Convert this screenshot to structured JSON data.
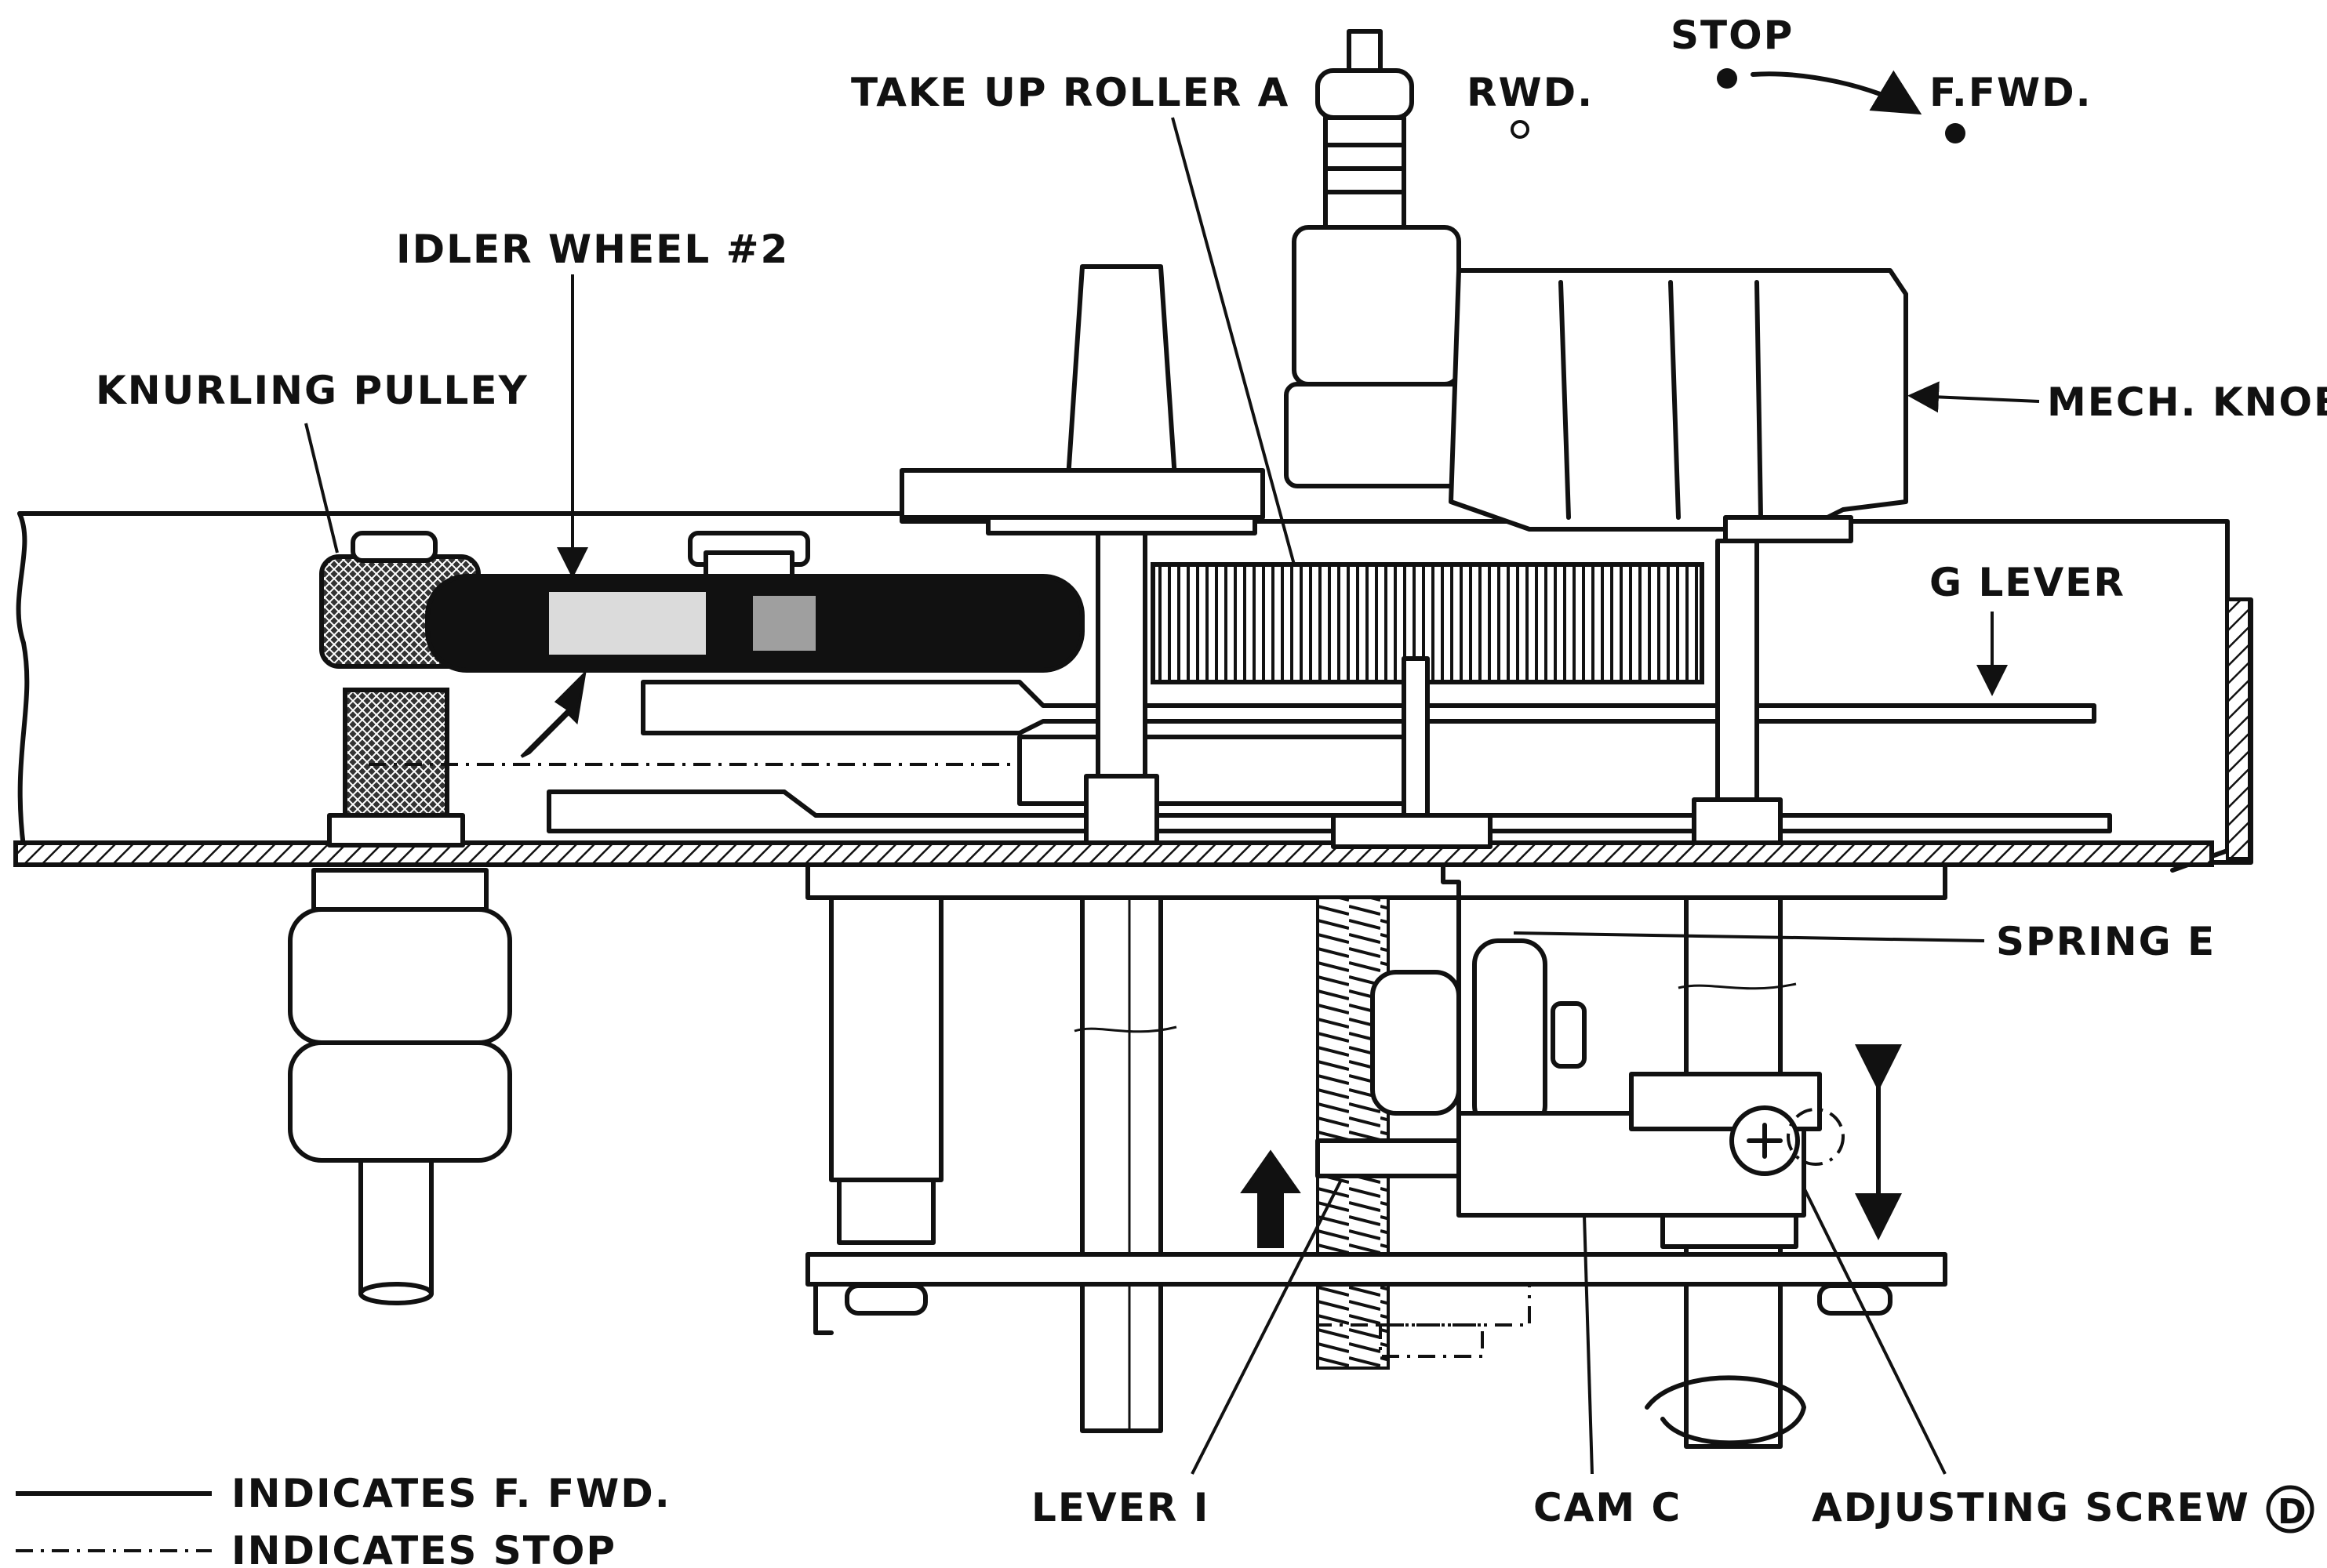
{
  "labels": {
    "take_up_roller": "TAKE UP ROLLER A",
    "rwd": "RWD.",
    "stop": "STOP",
    "f_fwd": "F.FWD.",
    "idler_wheel": "IDLER WHEEL #2",
    "knurling_pulley": "KNURLING PULLEY",
    "mech_knob": "MECH. KNOB",
    "g_lever": "G LEVER",
    "spring_e": "SPRING E",
    "lever_i": "LEVER I",
    "cam_c": "CAM C",
    "adjusting_screw": "ADJUSTING SCREW",
    "figure_marker": "D"
  },
  "legend": {
    "solid_text": "INDICATES F. FWD.",
    "dashed_text": "INDICATES STOP"
  },
  "colors": {
    "ink": "#111111",
    "paper": "#ffffff"
  }
}
